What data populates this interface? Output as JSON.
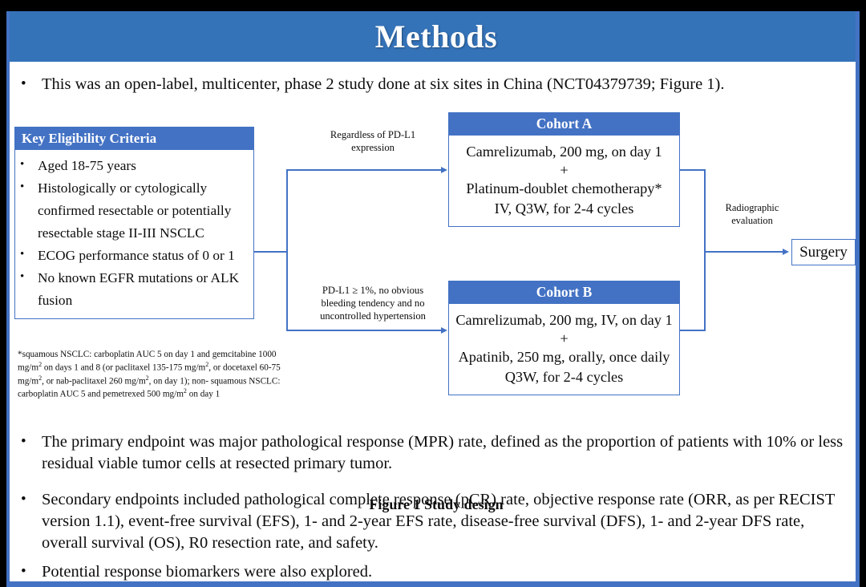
{
  "slide": {
    "title": "Methods",
    "lead_bullet": "This was an open-label, multicenter, phase 2 study done at six sites in China (NCT04379739; Figure 1).",
    "bullet_marker": "•"
  },
  "figure": {
    "caption": "Figure 1 Study design",
    "eligibility": {
      "header": "Key  Eligibility Criteria",
      "items": [
        "Aged 18-75 years",
        "Histologically or cytologically confirmed resectable or potentially resectable stage II-III  NSCLC",
        "ECOG performance status of 0 or 1",
        "No known EGFR mutations or ALK fusion"
      ]
    },
    "footnote": {
      "line1_a": "*squamous NSCLC: carboplatin AUC 5 on day 1 and gemcitabine 1000 mg/m",
      "line1_b": " on days 1 and 8 (or",
      "line2_a": "paclitaxel 135-175  mg/m",
      "line2_b": ", or docetaxel 60-75 mg/m",
      "line2_c": ", or nab-paclitaxel 260 mg/m",
      "line2_d": ", on day 1); non-",
      "line3_a": "squamous NSCLC: carboplatin AUC 5 and pemetrexed 500 mg/m",
      "line3_b": " on day 1",
      "superscript": "2"
    },
    "cohort_a": {
      "header": "Cohort A",
      "line1": "Camrelizumab, 200 mg, on day 1",
      "plus": "+",
      "line2": "Platinum-doublet chemotherapy*",
      "line3": "IV, Q3W, for 2-4 cycles"
    },
    "cohort_b": {
      "header": "Cohort B",
      "line1": "Camrelizumab, 200 mg, IV, on day 1",
      "plus": "+",
      "line2": "Apatinib, 250 mg, orally, once daily",
      "line3": "Q3W, for 2-4 cycles"
    },
    "connectors": {
      "top_label_line1": "Regardless  of PD-L1",
      "top_label_line2": "expression",
      "bottom_label_line1": "PD-L1 ≥ 1%, no obvious",
      "bottom_label_line2": "bleeding tendency  and no",
      "bottom_label_line3": "uncontrolled  hypertension",
      "radiographic_line1": "Radiographic",
      "radiographic_line2": "evaluation"
    },
    "surgery": "Surgery"
  },
  "endpoints": {
    "primary": "The primary endpoint was major pathological response (MPR) rate, defined as the proportion of patients with 10% or less residual viable tumor cells at resected primary tumor.",
    "secondary": "Secondary endpoints included pathological complete response (pCR) rate, objective response rate (ORR, as per RECIST version 1.1), event-free survival (EFS), 1- and 2-year EFS rate, disease-free survival (DFS), 1- and 2-year DFS rate, overall survival (OS), R0 resection rate, and safety.",
    "biomarkers": "Potential response biomarkers were also explored."
  },
  "colors": {
    "header_blue": "#3573b9",
    "accent_blue": "#4372c4",
    "text": "#0d0d0d",
    "background": "#ffffff",
    "frame": "#000000"
  }
}
